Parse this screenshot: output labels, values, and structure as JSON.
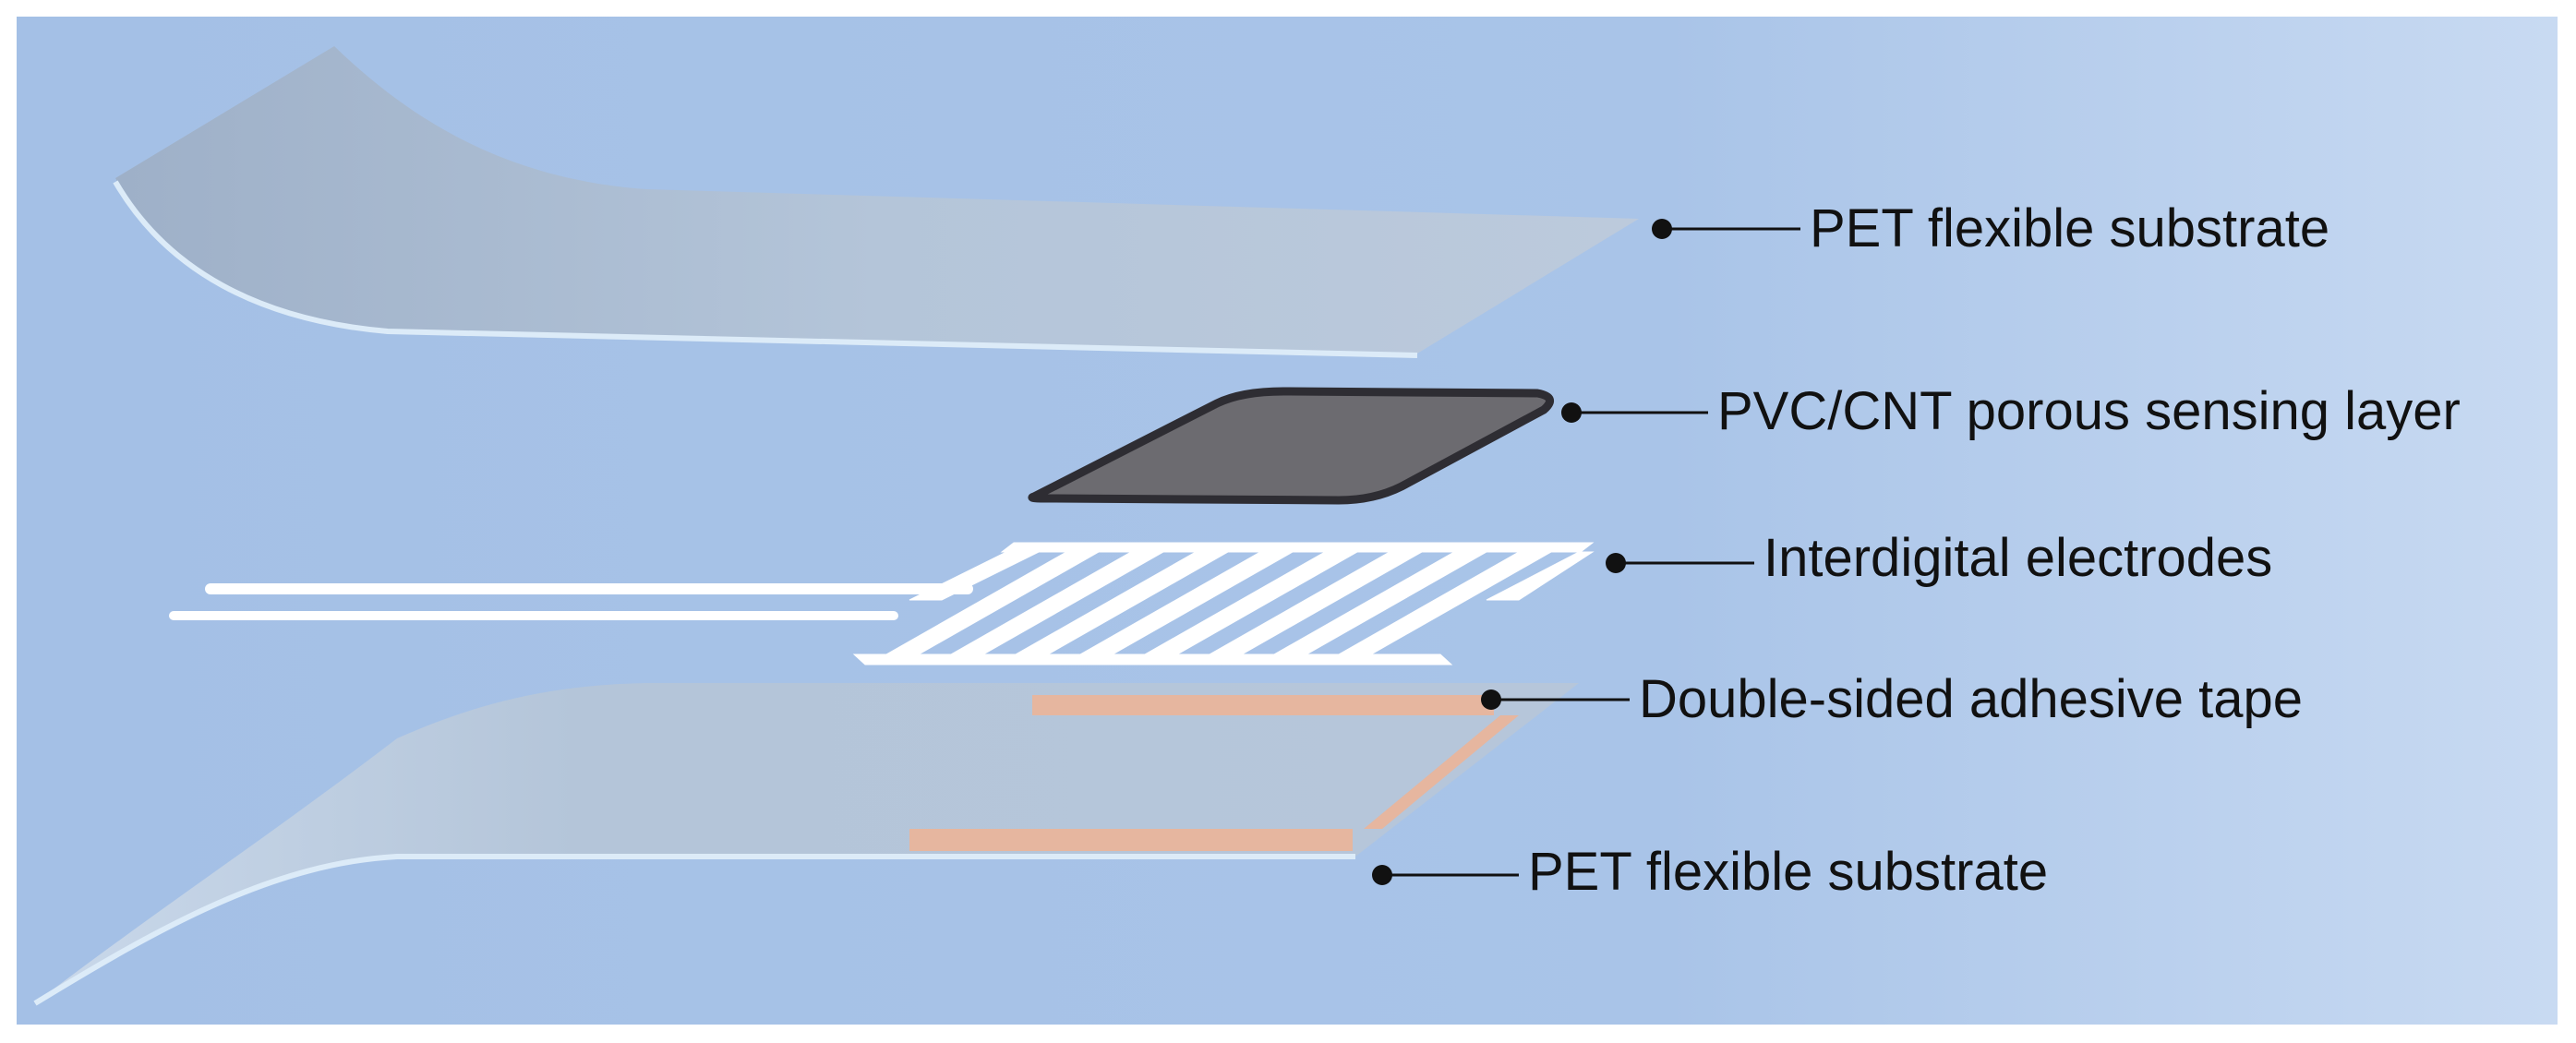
{
  "labels": {
    "top_substrate": "PET flexible substrate",
    "sensing_layer": "PVC/CNT porous sensing layer",
    "electrodes": "Interdigital electrodes",
    "adhesive": "Double-sided adhesive tape",
    "bottom_substrate": "PET flexible substrate"
  },
  "colors": {
    "background_left": "#a4c0e6",
    "background_right": "#c5d8f1",
    "substrate": "#b2c3d8",
    "substrate_edge": "#dcebf8",
    "sensing_layer": "#6c6b70",
    "sensing_layer_border": "#2e2d33",
    "electrode": "#ffffff",
    "adhesive_tape": "#e6b69f",
    "callout": "#111111"
  }
}
